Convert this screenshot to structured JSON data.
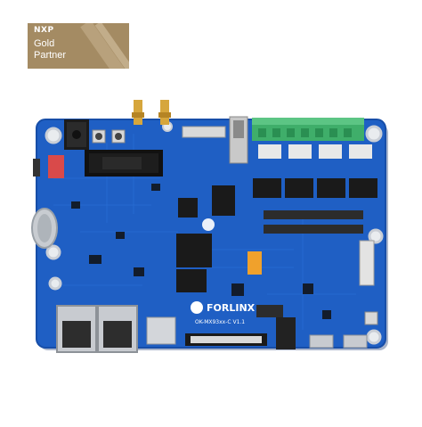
{
  "badge": {
    "brand": "NXP",
    "line1": "Gold",
    "line2": "Partner"
  },
  "board": {
    "logo_text": "FORLINX",
    "model_text": "OK-MX93xx-C V1.1",
    "colors": {
      "pcb": "#1f5fc4",
      "pcb_dark": "#174ea8",
      "terminal": "#3fae6a",
      "badge": "#a48b63"
    }
  }
}
